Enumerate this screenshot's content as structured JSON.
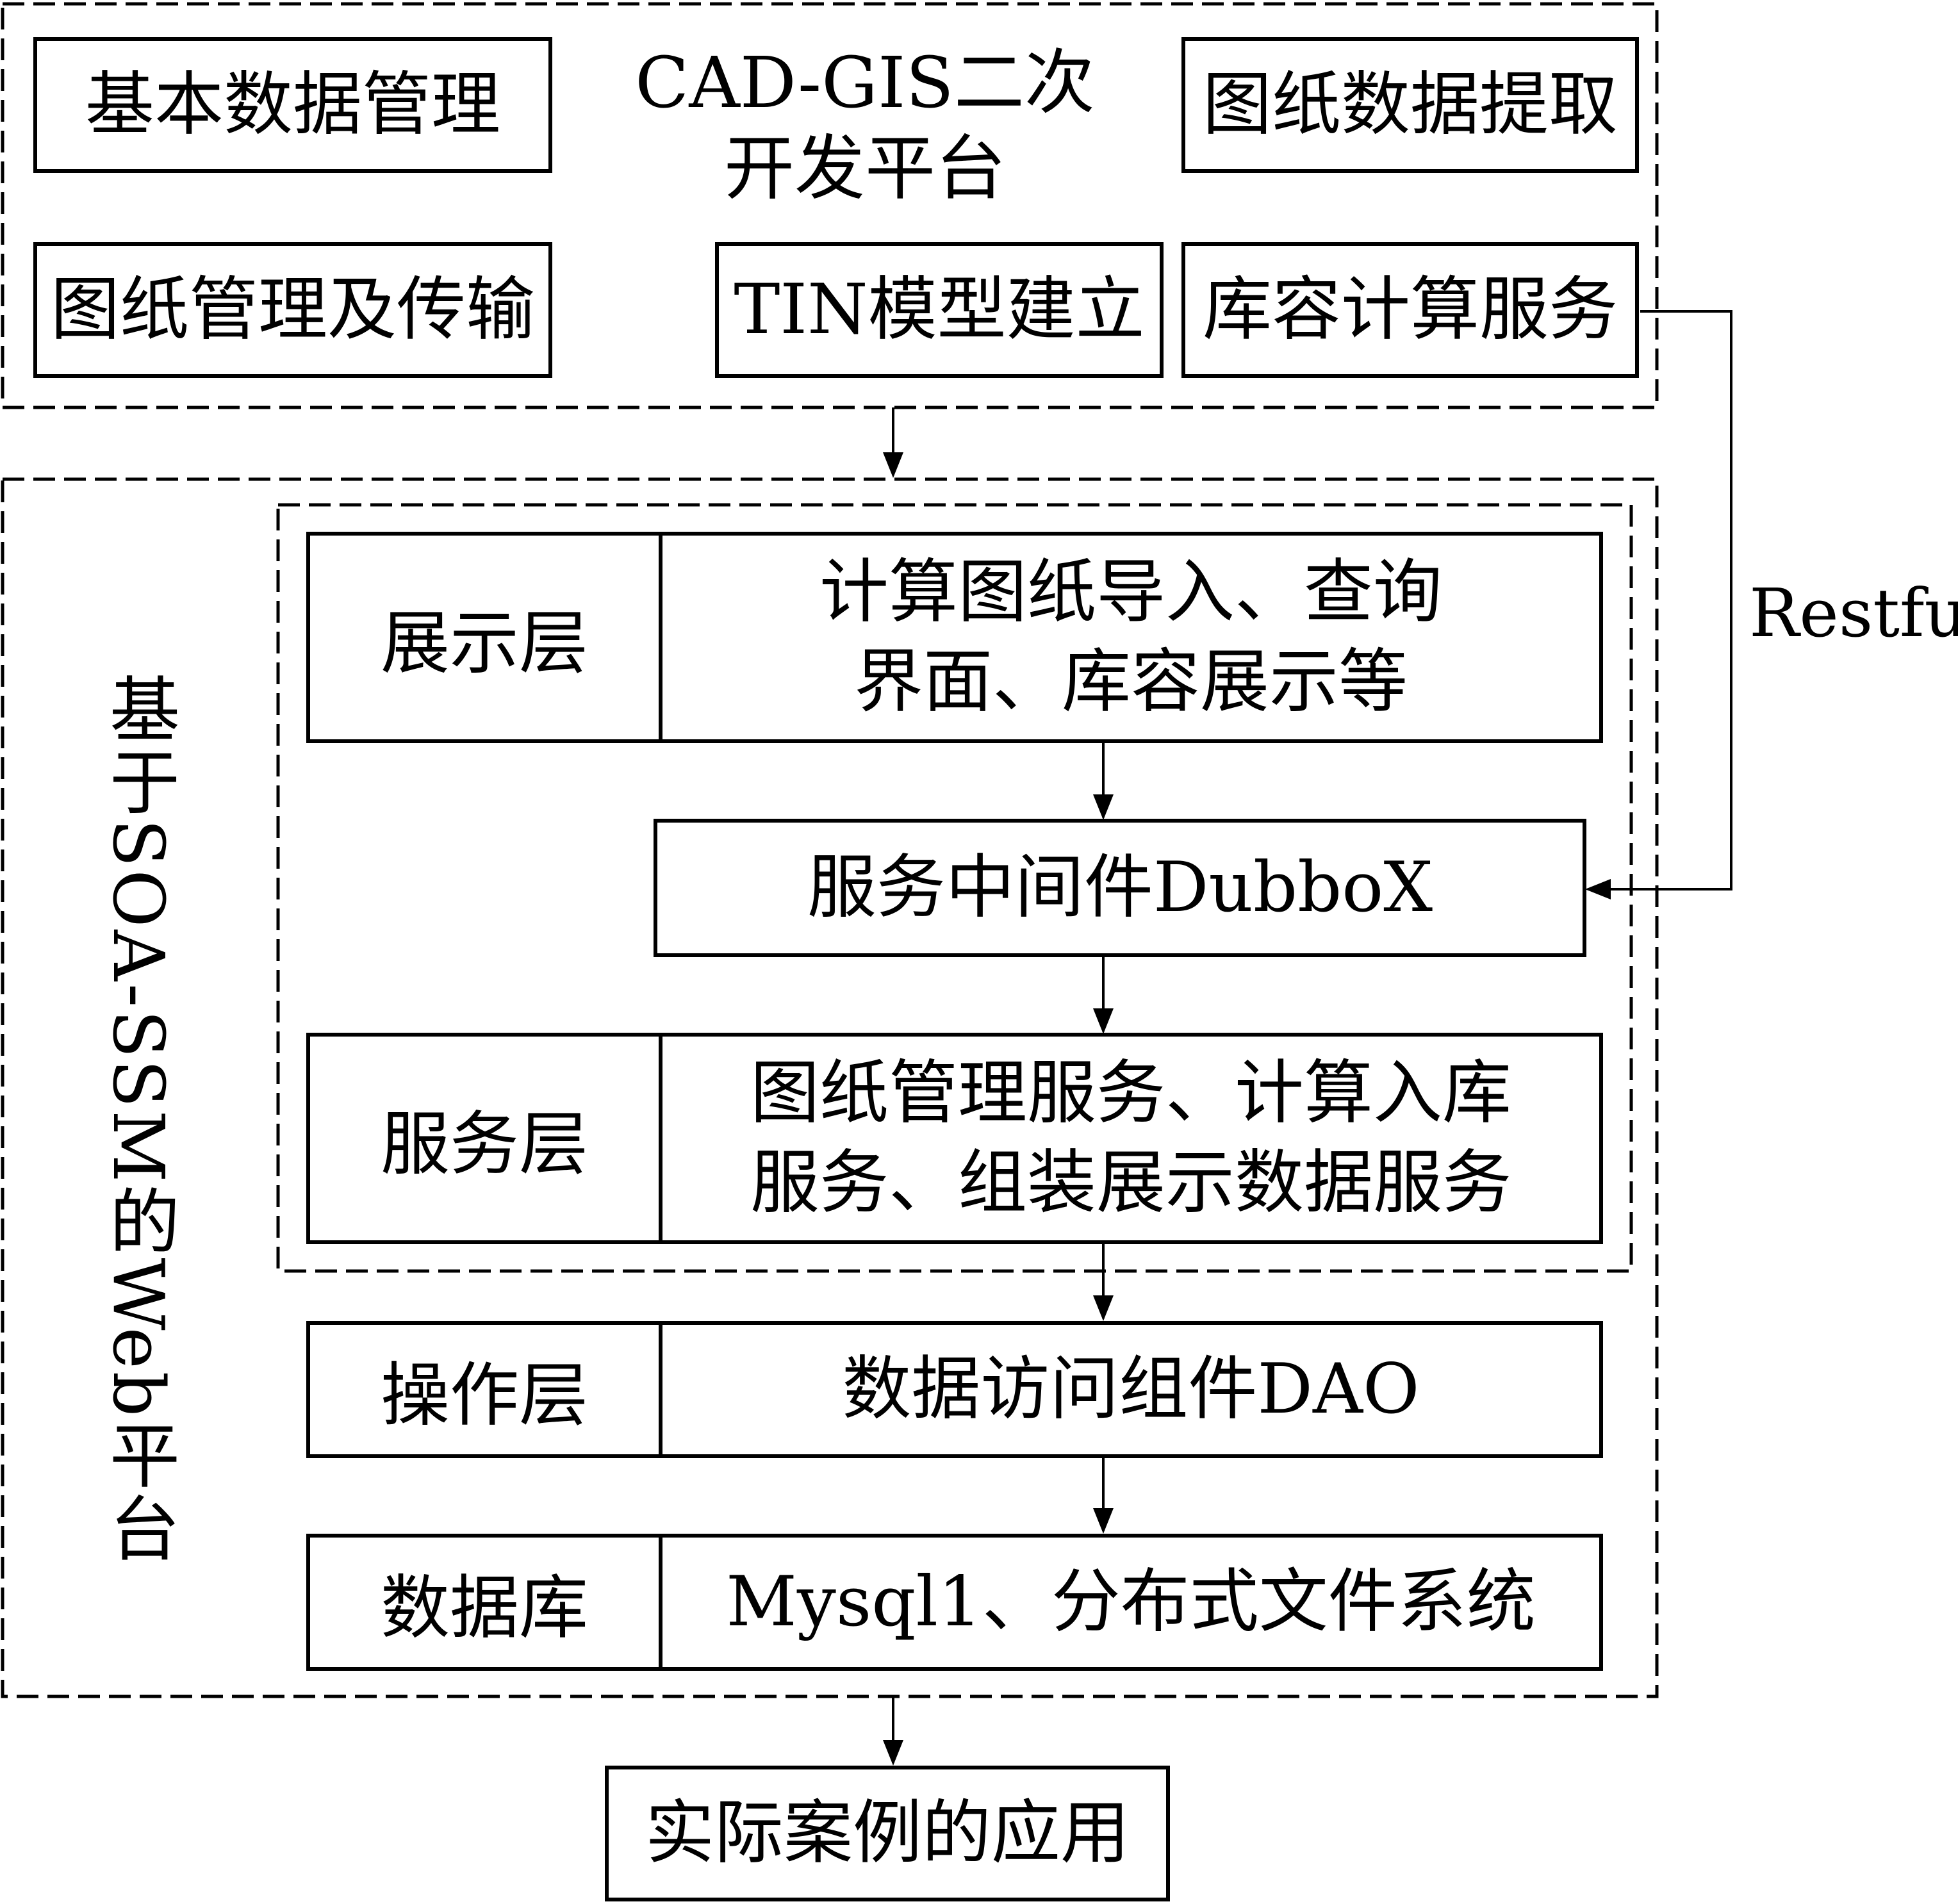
{
  "cad_platform": {
    "title_line1": "CAD-GIS二次",
    "title_line2": "开发平台",
    "modules": {
      "basic_data": "基本数据管理",
      "drawing_extract": "图纸数据提取",
      "drawing_transfer": "图纸管理及传输",
      "tin_model": "TIN模型建立",
      "capacity_service": "库容计算服务"
    }
  },
  "web_platform": {
    "title": "基于SOA-SSM的Web平台",
    "presentation": {
      "label": "展示层",
      "line1": "计算图纸导入、查询",
      "line2": "界面、库容展示等"
    },
    "middleware": "服务中间件DubboX",
    "service": {
      "label": "服务层",
      "line1": "图纸管理服务、计算入库",
      "line2": "服务、组装展示数据服务"
    },
    "operation": {
      "label": "操作层",
      "content": "数据访问组件DAO"
    },
    "database": {
      "label": "数据库",
      "content": "Mysql1、分布式文件系统"
    }
  },
  "restful_label": "Restful",
  "application": "实际案例的应用"
}
